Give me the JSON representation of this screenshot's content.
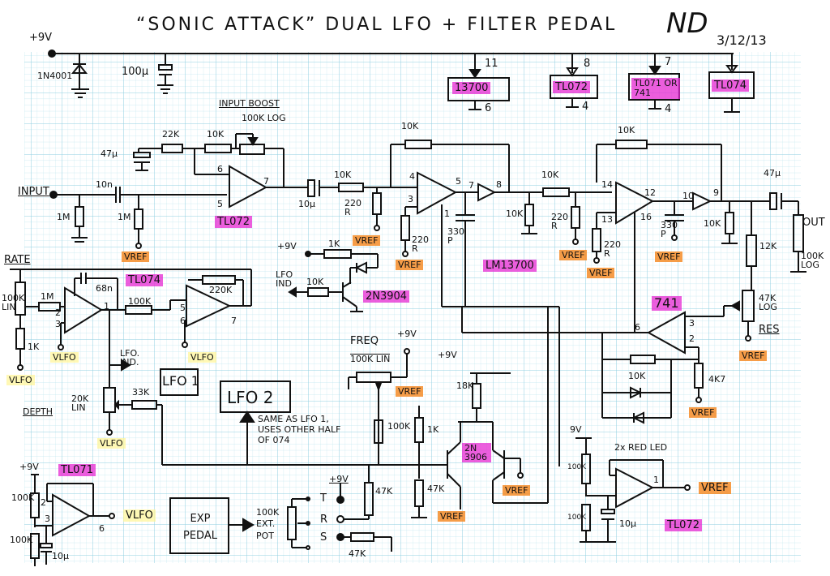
{
  "title": {
    "text": "“SONIC ATTACK” DUAL LFO + FILTER PEDAL",
    "author": "ND",
    "date": "3/12/13"
  },
  "colors": {
    "grid": "#9fd6e6",
    "ink": "#111111",
    "highlight_ic": "#e628d2",
    "highlight_vref": "#f58c28",
    "highlight_vlfo": "#fff596"
  },
  "power": {
    "supply": "+9V",
    "diode": "1N4001",
    "cap": "100µ",
    "ics": [
      {
        "name": "13700",
        "vcc_pin": "11",
        "gnd_pin": "6"
      },
      {
        "name": "TL072",
        "vcc_pin": "8",
        "gnd_pin": "4"
      },
      {
        "name": "TL071 OR 741",
        "vcc_pin": "7",
        "gnd_pin": "4"
      },
      {
        "name": "TL074",
        "vcc_pin": "",
        "gnd_pin": ""
      }
    ]
  },
  "input_stage": {
    "input_label": "INPUT",
    "c_in": "10n",
    "r1": "1M",
    "r2": "1M",
    "vref": "VREF",
    "boost_title": "INPUT BOOST",
    "boost_pot": "100K LOG",
    "cap_47": "47µ",
    "r_22k": "22K",
    "r_10k": "10K",
    "pin_neg": "6",
    "pin_pos": "5",
    "pin_out": "7",
    "ic": "TL072"
  },
  "filter": {
    "c_coupling": "10µ",
    "r_in": "10K",
    "r_220a": "220 R",
    "r_fb1": "10K",
    "pin4": "4",
    "pin3": "3",
    "pin5": "5",
    "pin7": "7",
    "pin8": "8",
    "pin1": "1",
    "r_220b": "220 R",
    "c1": "330 P",
    "r_10k_gnd": "10K",
    "r_10k_mid": "10K",
    "r_220c": "220 R",
    "r_220d": "220 R",
    "ic": "LM13700",
    "r_fb2": "10K",
    "pin14": "14",
    "pin13": "13",
    "pin12": "12",
    "pin16": "16",
    "pin10": "10",
    "pin9": "9",
    "c2": "330 P",
    "r_10k_out": "10K",
    "r_12k": "12K",
    "c_out": "47µ",
    "out_label": "OUT",
    "vol_pot": "100K LOG"
  },
  "resonance": {
    "ic": "741",
    "pin6": "6",
    "pin3": "3",
    "pin2": "2",
    "pot": "47K LOG",
    "label": "RES",
    "r_fb": "10K",
    "r_gnd": "4K7"
  },
  "lfo": {
    "rate_label": "RATE",
    "rate_pot": "100K LIN",
    "r_1k": "1K",
    "r_1m": "1M",
    "c_68n": "68n",
    "pin2": "2",
    "pin3": "3",
    "pin1": "1",
    "r_100k": "100K",
    "r_220k": "220K",
    "pin5": "5",
    "pin6": "6",
    "pin7": "7",
    "ic": "TL074",
    "lfo_ind": "LFO. IND.",
    "block1": "LFO 1",
    "block2": "LFO 2",
    "note": "SAME AS LFO 1, USES OTHER HALF OF 074",
    "depth_label": "DEPTH",
    "depth_pot": "20K LIN",
    "r_33k": "33K",
    "vlfo": "VLFO"
  },
  "led_indicator": {
    "supply": "+9V",
    "r_1k": "1K",
    "lfo_ind": "LFO IND",
    "r_10k": "10K",
    "transistor": "2N3904"
  },
  "freq": {
    "title": "FREQ",
    "pot": "100K LIN",
    "supply": "+9V",
    "r_100k": "100K",
    "r_1k": "1K",
    "r_47k_a": "47K",
    "r_47k_b": "47K",
    "r_47k_c": "47K",
    "r_18k": "18K",
    "transistor": "2N 3906",
    "supply2": "+9V"
  },
  "exp_pedal": {
    "label": "EXP PEDAL",
    "pot": "100K EXT. POT",
    "jack_t": "T",
    "jack_r": "R",
    "jack_s": "S",
    "supply": "+9V"
  },
  "vlfo_gen": {
    "supply": "+9V",
    "r1": "100K",
    "r2": "100K",
    "cap": "10µ",
    "pin2": "2",
    "pin3": "3",
    "pin6": "6",
    "ic": "TL071",
    "out": "VLFO"
  },
  "vref_gen": {
    "supply": "9V",
    "note": "2x RED LED",
    "r1": "100K",
    "r2": "100K",
    "cap": "10µ",
    "pin1": "1",
    "out": "VREF",
    "ic": "TL072"
  }
}
